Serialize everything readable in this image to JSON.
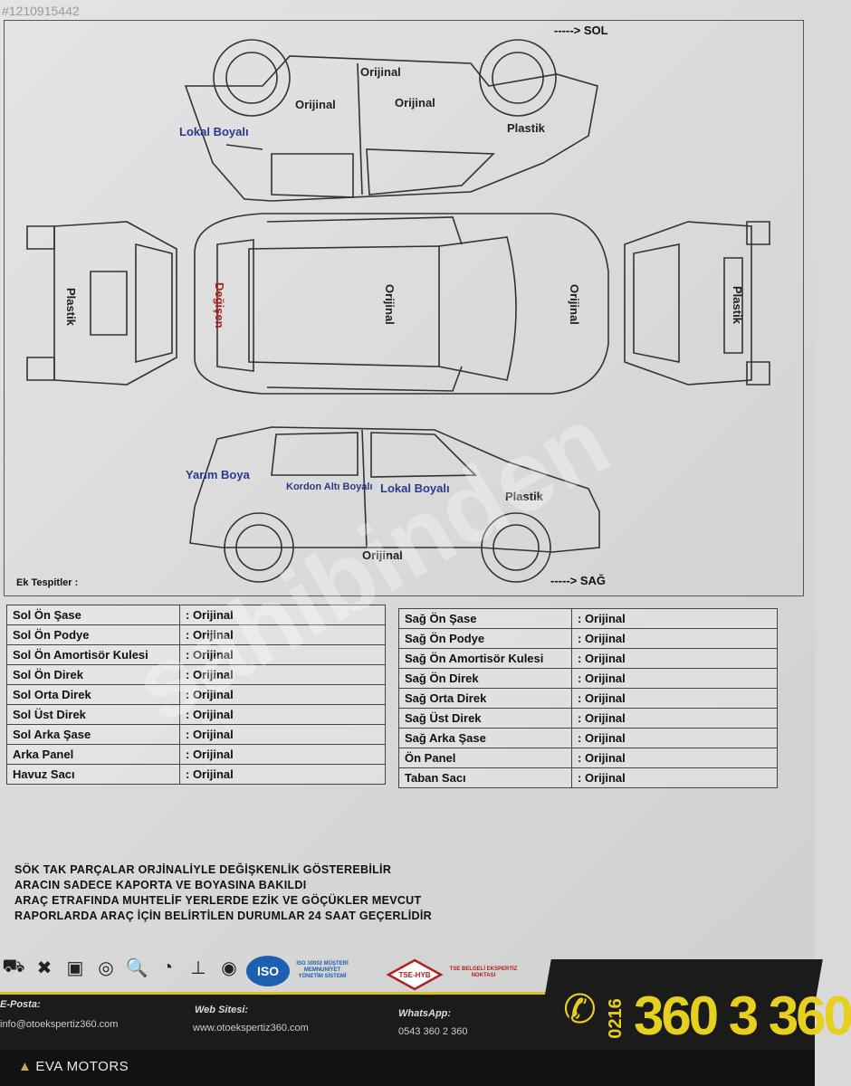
{
  "header": {
    "image_id": "#1210915442",
    "direction_left": "-----> SOL",
    "direction_right": "-----> SAĞ"
  },
  "diagram_labels": {
    "left_roof": "Orijinal",
    "left_front_door": "Orijinal",
    "left_rear_door": "Orijinal",
    "left_rear_fender": "Lokal Boyalı",
    "left_front_fender": "Plastik",
    "rear_bumper": "Plastik",
    "hood": "Değişen",
    "roof": "Orijinal",
    "trunk": "Orijinal",
    "front_bumper": "Plastik",
    "right_front_fender": "Yarım Boya",
    "right_front_door": "Kordon Altı Boyalı",
    "right_rear_door": "Lokal Boyalı",
    "right_rear_fender": "Plastik",
    "right_sill": "Orijinal"
  },
  "ek_tespitler": "Ek Tespitler :",
  "left_table": [
    {
      "part": "Sol Ön Şase",
      "status": ": Orijinal"
    },
    {
      "part": "Sol Ön Podye",
      "status": ": Orijinal"
    },
    {
      "part": "Sol Ön Amortisör Kulesi",
      "status": ": Orijinal"
    },
    {
      "part": "Sol Ön Direk",
      "status": ": Orijinal"
    },
    {
      "part": "Sol Orta Direk",
      "status": ": Orijinal"
    },
    {
      "part": "Sol Üst Direk",
      "status": ": Orijinal"
    },
    {
      "part": "Sol Arka Şase",
      "status": ": Orijinal"
    },
    {
      "part": "Arka Panel",
      "status": ": Orijinal"
    },
    {
      "part": "Havuz Sacı",
      "status": ": Orijinal"
    }
  ],
  "right_table": [
    {
      "part": "Sağ Ön Şase",
      "status": ": Orijinal"
    },
    {
      "part": "Sağ Ön Podye",
      "status": ": Orijinal"
    },
    {
      "part": "Sağ Ön Amortisör Kulesi",
      "status": ": Orijinal"
    },
    {
      "part": "Sağ Ön Direk",
      "status": ": Orijinal"
    },
    {
      "part": "Sağ Orta Direk",
      "status": ": Orijinal"
    },
    {
      "part": "Sağ Üst Direk",
      "status": ": Orijinal"
    },
    {
      "part": "Sağ Arka Şase",
      "status": ": Orijinal"
    },
    {
      "part": "Ön Panel",
      "status": ": Orijinal"
    },
    {
      "part": "Taban Sacı",
      "status": ": Orijinal"
    }
  ],
  "notes": [
    "SÖK TAK PARÇALAR ORJİNALİYLE DEĞİŞKENLİK GÖSTEREBİLİR",
    "ARACIN SADECE KAPORTA VE BOYASINA BAKILDI",
    "ARAÇ ETRAFINDA MUHTELİF YERLERDE EZİK VE GÖÇÜKLER MEVCUT",
    "RAPORLARDA ARAÇ İÇİN BELİRTİLEN DURUMLAR 24 SAAT GEÇERLİDİR"
  ],
  "footer": {
    "iso_logo": "ISO",
    "iso_text": "ISO 10002 MÜŞTERİ MEMNUNİYET YÖNETİM SİSTEMİ",
    "tse_logo": "TSE-HYB",
    "tse_text": "TSE BELGELİ EKSPERTİZ NOKTASI",
    "email_label": "E-Posta:",
    "email_value": "info@otoekspertiz360.com",
    "web_label": "Web Sitesi:",
    "web_value": "www.otoekspertiz360.com",
    "whatsapp_label": "WhatsApp:",
    "whatsapp_value": "0543 360 2 360",
    "phone_prefix": "0216",
    "phone_number": "360 3 360"
  },
  "watermark": "sahibinden",
  "brand": "EVA MOTORS",
  "colors": {
    "accent_yellow": "#e6cf1e",
    "label_blue": "#2a3a8a",
    "label_red": "#b02020"
  }
}
